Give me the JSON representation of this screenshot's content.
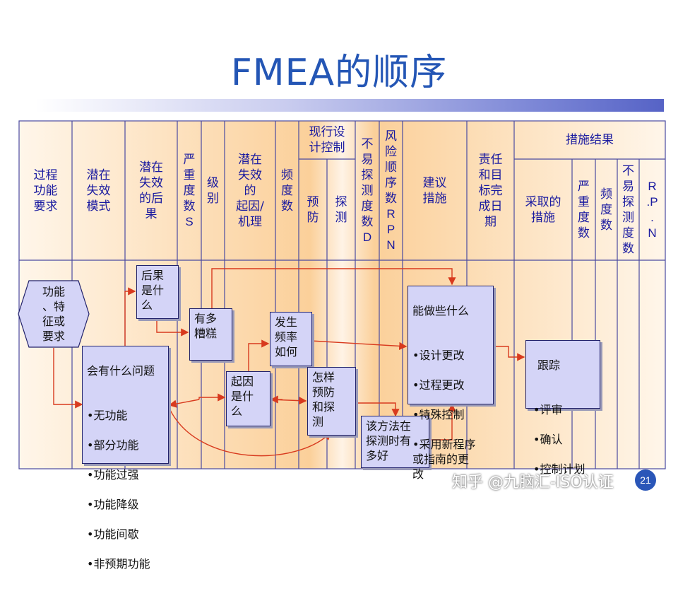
{
  "title": "FMEA的顺序",
  "headers": {
    "process_function": "过程\n功能\n要求",
    "failure_mode": "潜在\n失效\n模式",
    "failure_effect": "潜在\n失效\n的后\n果",
    "severity": "严\n重\n度\n数\nS",
    "class": "级\n别",
    "cause": "潜在\n失效\n的\n起因/\n机理",
    "occurrence": "频\n度\n数",
    "current_controls": "现行设\n计控制",
    "prevention": "预\n防",
    "detection": "探\n测",
    "detection_rating": "不\n易\n探\n测\n度\n数\nD",
    "rpn": "风\n险\n顺\n序\n数\nR\nP\nN",
    "recommended_actions": "建议\n措施",
    "responsibility": "责任\n和目\n标完\n成日\n期",
    "action_results": "措施结果",
    "actions_taken": "采取的\n措施",
    "new_severity": "严\n重\n度\n数",
    "new_occurrence": "频\n度\n数",
    "new_detection": "不\n易\n探\n测\n度\n数",
    "new_rpn": "R\n.P\n.\nN"
  },
  "flow": {
    "start": "功能\n、特\n征或\n要求",
    "what_wrong": {
      "title": "会有什么问题",
      "items": [
        "无功能",
        "部分功能",
        "功能过强",
        "功能降级",
        "功能间歇",
        "非预期功能"
      ]
    },
    "effects": "后果\n是什\n么",
    "how_bad": "有多\n糟糕",
    "causes": "起因\n是什\n么",
    "how_often": "发生\n频率\n如何",
    "prevent_detect": "怎样\n预防\n和探\n测",
    "how_good": "该方法在\n探测时有\n多好",
    "what_can_do": {
      "title": "能做些什么",
      "items": [
        "设计更改",
        "过程更改",
        "特殊控制",
        "采用新程序\n或指南的更\n改"
      ]
    },
    "follow_up": {
      "title": "跟踪",
      "items": [
        "评审",
        "确认",
        "控制计划"
      ]
    }
  },
  "watermark": "知乎 @九脑汇-ISO认证",
  "page_number": "21",
  "colors": {
    "title": "#2456b5",
    "header_text": "#1a1aa0",
    "box_fill": "#d4d4f7",
    "arrow": "#d83a1e",
    "grid": "#4a4aa0"
  }
}
